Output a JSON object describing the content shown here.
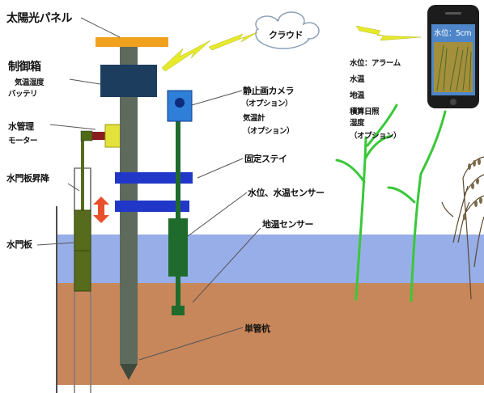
{
  "labels": {
    "solar_panel": "太陽光パネル",
    "control_box": "制御箱",
    "weather": "気温湿度",
    "battery": "バッテリ",
    "gate_motor_l1": "水管理",
    "gate_motor_l2": "モーター",
    "gate_lift": "水門板昇降",
    "gate": "水門板",
    "still_camera_l1": "静止画カメラ",
    "still_camera_l2": "（オプション）",
    "sunshine_l1": "気温計",
    "sunshine_l2": "（オプション）",
    "fixed_stay": "固定ステイ",
    "water_sensor": "水位、水温センサー",
    "soil_sensor": "地温センサー",
    "pile": "単管杭",
    "cloud": "クラウド",
    "phone_water_level": "水位：5cm",
    "alerts_l1": "水位：アラーム",
    "alerts_l2": "水温",
    "alerts_l3": "地温",
    "alerts_l4": "積算日照",
    "alerts_l5": "湿度",
    "alerts_l6": "（オプション）"
  },
  "colors": {
    "panel": "#f0a21e",
    "pole": "#5d6a5c",
    "control_box": "#1d3d5e",
    "stay": "#2137c8",
    "camera": "#2f7ed8",
    "green_pole": "#1f6b2d",
    "gate_board": "#566b1c",
    "motor": "#e3e23a",
    "water": "#98aee8",
    "soil": "#c8875a",
    "arrow": "#e8502c",
    "lightning": "#e6ea2a",
    "plant": "#39c839"
  },
  "icons": {
    "cloud": "cloud-icon",
    "lightning": "lightning-icon",
    "phone": "smartphone-icon",
    "arrow": "up-down-arrow-icon"
  }
}
